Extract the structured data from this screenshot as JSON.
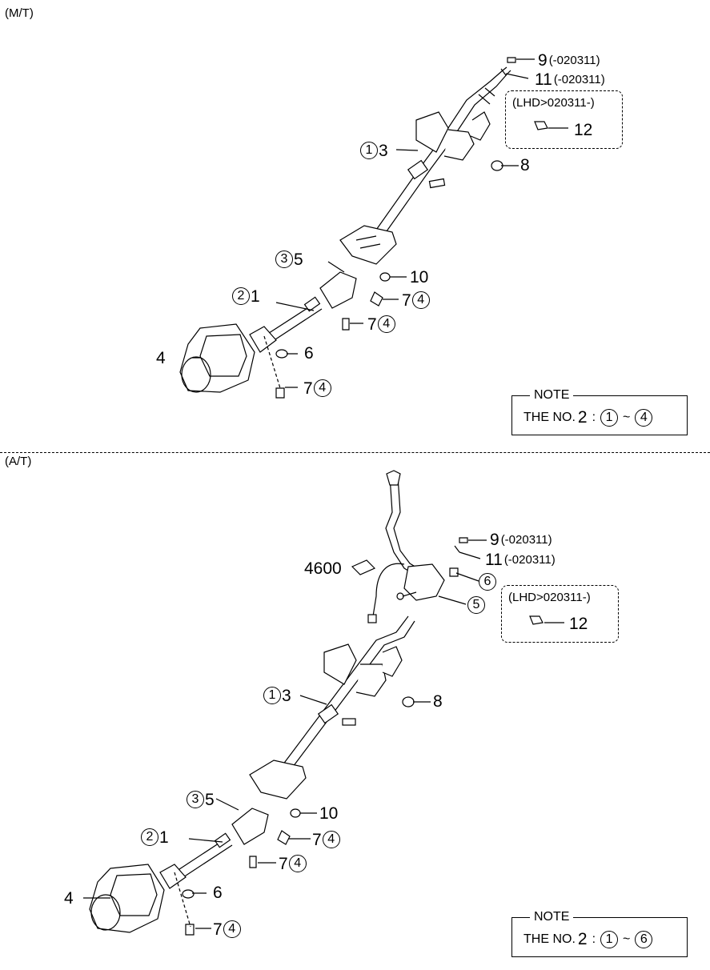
{
  "sections": {
    "mt": {
      "label": "(M/T)",
      "labels": {
        "l9": {
          "num": "9",
          "suffix": "(-020311)"
        },
        "l11": {
          "num": "11",
          "suffix": "(-020311)"
        },
        "lhd": {
          "title": "(LHD>020311-)",
          "num": "12"
        },
        "l13": {
          "circ": "1",
          "num": "3"
        },
        "l8": {
          "num": "8"
        },
        "l35": {
          "circ": "3",
          "num": "5"
        },
        "l10": {
          "num": "10"
        },
        "l21": {
          "circ": "2",
          "num": "1"
        },
        "l74a": {
          "num": "7",
          "circ": "4"
        },
        "l74b": {
          "num": "7",
          "circ": "4"
        },
        "l4": {
          "num": "4"
        },
        "l6": {
          "num": "6"
        },
        "l74c": {
          "num": "7",
          "circ": "4"
        }
      },
      "note": {
        "title": "NOTE",
        "prefix": "THE NO.",
        "big": "2",
        "sep": ":",
        "from": "1",
        "tilde": "~",
        "to": "4"
      }
    },
    "at": {
      "label": "(A/T)",
      "labels": {
        "l9": {
          "num": "9",
          "suffix": "(-020311)"
        },
        "l11": {
          "num": "11",
          "suffix": "(-020311)"
        },
        "l4600": {
          "num": "4600"
        },
        "l6c": {
          "circ": "6"
        },
        "l5c": {
          "circ": "5"
        },
        "lhd": {
          "title": "(LHD>020311-)",
          "num": "12"
        },
        "l13": {
          "circ": "1",
          "num": "3"
        },
        "l8": {
          "num": "8"
        },
        "l35": {
          "circ": "3",
          "num": "5"
        },
        "l10": {
          "num": "10"
        },
        "l21": {
          "circ": "2",
          "num": "1"
        },
        "l74a": {
          "num": "7",
          "circ": "4"
        },
        "l74b": {
          "num": "7",
          "circ": "4"
        },
        "l4": {
          "num": "4"
        },
        "l6": {
          "num": "6"
        },
        "l74c": {
          "num": "7",
          "circ": "4"
        }
      },
      "note": {
        "title": "NOTE",
        "prefix": "THE NO.",
        "big": "2",
        "sep": ":",
        "from": "1",
        "tilde": "~",
        "to": "6"
      }
    }
  }
}
